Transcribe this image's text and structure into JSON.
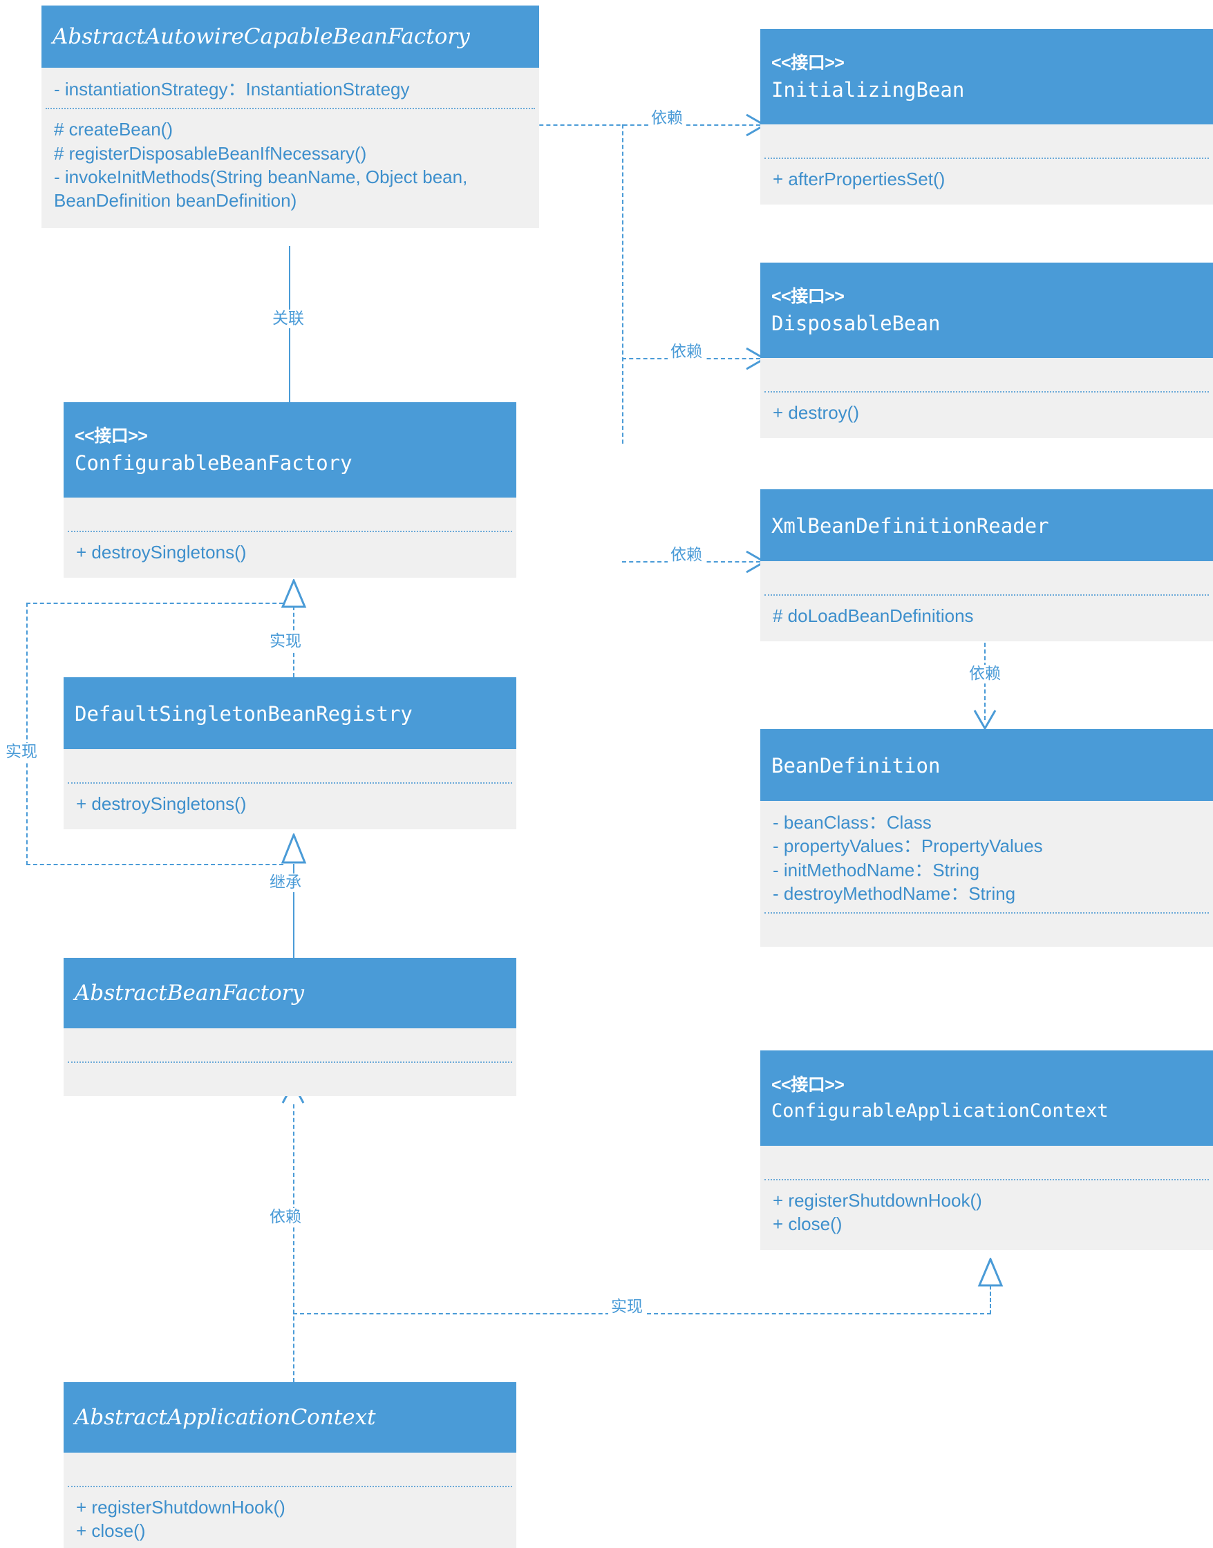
{
  "diagram": {
    "title": "Spring Bean lifecycle UML class diagram",
    "accent_color": "#4a9bd7",
    "body_color": "#f0f0f0",
    "text_color": "#3d8fcc",
    "stereotype_interface": "<<接口>>",
    "relations": {
      "association": "关联",
      "dependency": "依赖",
      "realization": "实现",
      "inheritance": "继承"
    }
  },
  "classes": {
    "abstract_autowire_capable_bean_factory": {
      "name": "AbstractAutowireCapableBeanFactory",
      "stereotype": "",
      "attributes": [
        "- instantiationStrategy：InstantiationStrategy"
      ],
      "operations": [
        "# createBean()",
        "# registerDisposableBeanIfNecessary()",
        "- invokeInitMethods(String beanName, Object bean, BeanDefinition beanDefinition)"
      ]
    },
    "initializing_bean": {
      "name": "InitializingBean",
      "stereotype": "<<接口>>",
      "attributes": [],
      "operations": [
        "+ afterPropertiesSet()"
      ]
    },
    "disposable_bean": {
      "name": "DisposableBean",
      "stereotype": "<<接口>>",
      "attributes": [],
      "operations": [
        "+ destroy()"
      ]
    },
    "xml_bean_definition_reader": {
      "name": "XmlBeanDefinitionReader",
      "stereotype": "",
      "attributes": [],
      "operations": [
        "# doLoadBeanDefinitions"
      ]
    },
    "bean_definition": {
      "name": "BeanDefinition",
      "stereotype": "",
      "attributes": [
        "- beanClass：Class",
        "- propertyValues：PropertyValues",
        "- initMethodName：String",
        "- destroyMethodName：String"
      ],
      "operations": []
    },
    "configurable_bean_factory": {
      "name": "ConfigurableBeanFactory",
      "stereotype": "<<接口>>",
      "attributes": [],
      "operations": [
        "+ destroySingletons()"
      ]
    },
    "default_singleton_bean_registry": {
      "name": "DefaultSingletonBeanRegistry",
      "stereotype": "",
      "attributes": [],
      "operations": [
        "+ destroySingletons()"
      ]
    },
    "abstract_bean_factory": {
      "name": "AbstractBeanFactory",
      "stereotype": "",
      "attributes": [],
      "operations": []
    },
    "configurable_application_context": {
      "name": "ConfigurableApplicationContext",
      "stereotype": "<<接口>>",
      "attributes": [],
      "operations": [
        "+ registerShutdownHook()",
        "+ close()"
      ]
    },
    "abstract_application_context": {
      "name": "AbstractApplicationContext",
      "stereotype": "",
      "attributes": [],
      "operations": [
        "+ registerShutdownHook()",
        "+ close()"
      ]
    }
  },
  "edges": {
    "aacbf_to_initializingbean": "依赖",
    "aacbf_to_disposablebean": "依赖",
    "aacbf_to_xmlreader": "依赖",
    "aacbf_to_configurablebeanfactory": "关联",
    "xmlreader_to_beandefinition": "依赖",
    "dsbr_realizes_cbf": "实现",
    "abf_realizes_cbf": "实现",
    "abf_extends_dsbr": "继承",
    "aac_depends_abf": "依赖",
    "aac_realizes_cac": "实现"
  }
}
